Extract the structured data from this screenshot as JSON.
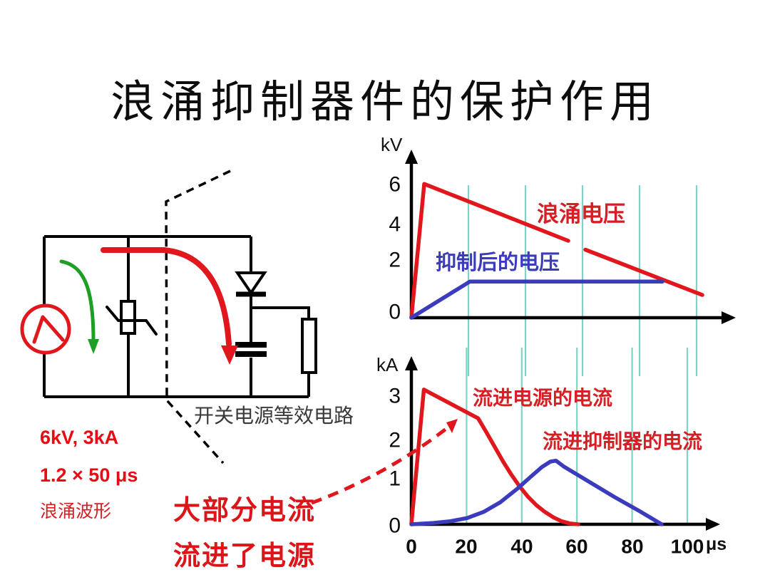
{
  "slide": {
    "title": "浪涌抑制器件的保护作用"
  },
  "circuit": {
    "caption": "开关电源等效电路",
    "surge_rating": "6kV, 3kA",
    "surge_waveshape": "1.2 × 50 μs",
    "surge_label": "浪涌波形"
  },
  "callout": {
    "line1": "大部分电流",
    "line2": "流进了电源"
  },
  "chart_data": [
    {
      "id": "voltage",
      "type": "line",
      "title": "",
      "xlabel": "",
      "ylabel": "kV",
      "xlim": [
        0,
        113
      ],
      "ylim": [
        0,
        7.3
      ],
      "yticks": [
        6,
        4,
        2,
        0
      ],
      "xticks": [],
      "x_gridlines": [
        20,
        40,
        60,
        80,
        100
      ],
      "grid": "vertical-teal",
      "legend_position": "inline-annotations",
      "series": [
        {
          "name": "浪涌电压",
          "color": "#e2171d",
          "segments": [
            [
              [
                0,
                0
              ],
              [
                4.5,
                6.0
              ],
              [
                55,
                3.45
              ]
            ],
            [
              [
                61,
                3.05
              ],
              [
                102,
                1.02
              ]
            ]
          ]
        },
        {
          "name": "抑制后的电压",
          "color": "#3b3bbd",
          "segments": [
            [
              [
                0,
                0
              ],
              [
                20.5,
                1.62
              ],
              [
                88,
                1.62
              ]
            ]
          ]
        }
      ]
    },
    {
      "id": "current",
      "type": "line",
      "title": "",
      "xlabel": "μs",
      "ylabel": "kA",
      "xlim": [
        0,
        108
      ],
      "ylim": [
        0,
        3.7
      ],
      "yticks": [
        3,
        2,
        1,
        0
      ],
      "xticks": [
        0,
        20,
        40,
        60,
        80,
        100
      ],
      "x_gridlines": [
        20,
        40,
        60,
        80,
        100
      ],
      "grid": "vertical-teal",
      "legend_position": "inline-annotations",
      "series": [
        {
          "name": "流进电源的电流",
          "color": "#e0181e",
          "segments": [
            [
              [
                0,
                0
              ],
              [
                4.5,
                3.05
              ],
              [
                24,
                2.4
              ],
              [
                27,
                2.08
              ],
              [
                30,
                1.75
              ],
              [
                33,
                1.42
              ],
              [
                36,
                1.12
              ],
              [
                39,
                0.85
              ],
              [
                42,
                0.62
              ],
              [
                45,
                0.43
              ],
              [
                48,
                0.28
              ],
              [
                51,
                0.16
              ],
              [
                54,
                0.07
              ],
              [
                57,
                0.02
              ],
              [
                60,
                0
              ]
            ]
          ]
        },
        {
          "name": "流进抑制器的电流",
          "color": "#3b3bbd",
          "segments": [
            [
              [
                0,
                0
              ],
              [
                8,
                0.03
              ],
              [
                14,
                0.07
              ],
              [
                20,
                0.14
              ],
              [
                26,
                0.28
              ],
              [
                32,
                0.5
              ],
              [
                38,
                0.8
              ],
              [
                43,
                1.08
              ],
              [
                47,
                1.3
              ],
              [
                50,
                1.42
              ],
              [
                52,
                1.44
              ],
              [
                55,
                1.3
              ],
              [
                64,
                0.96
              ],
              [
                73,
                0.62
              ],
              [
                82,
                0.3
              ],
              [
                90,
                0
              ]
            ]
          ]
        }
      ]
    }
  ]
}
